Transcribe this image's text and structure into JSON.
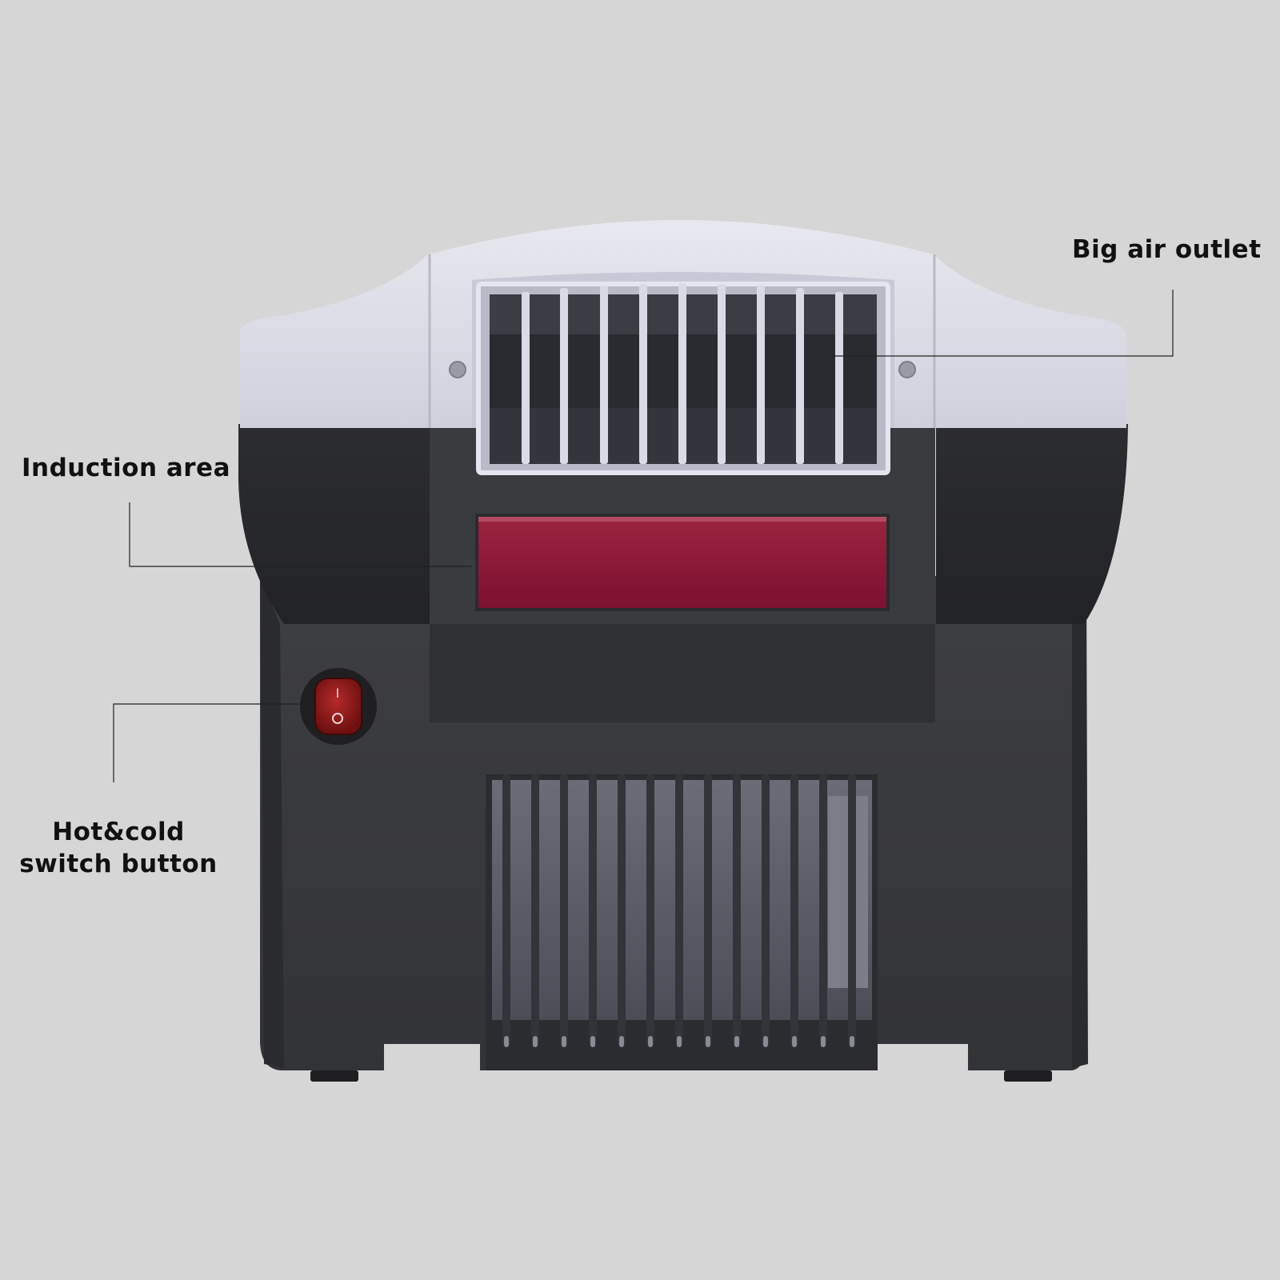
{
  "callouts": {
    "air_outlet": "Big air outlet",
    "induction_area": "Induction area",
    "switch_line1": "Hot&cold",
    "switch_line2": "switch button"
  },
  "switch_symbols": {
    "on": "I",
    "off": "O"
  },
  "colors": {
    "background": "#d6d6d6",
    "body_dark": "#3a3b3e",
    "top_light": "#dcdce6",
    "sensor_red": "#8b1332",
    "switch_red": "#9e1b1b",
    "label_text": "#111111"
  }
}
